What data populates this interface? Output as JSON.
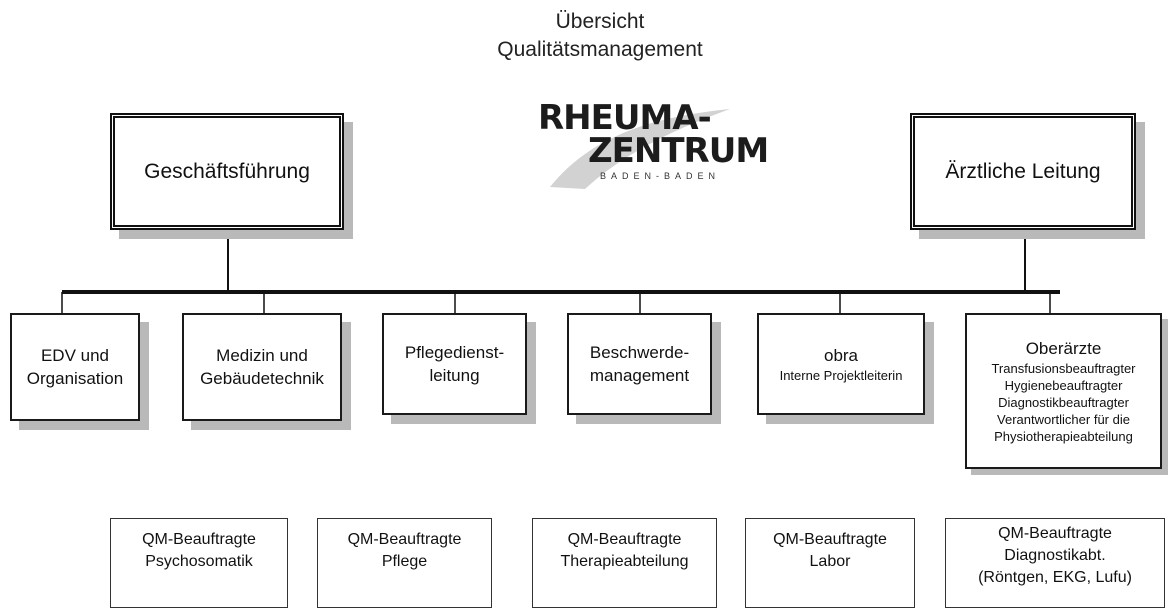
{
  "header": {
    "title_line1": "Übersicht",
    "title_line2": "Qualitätsmanagement"
  },
  "logo": {
    "line1": "RHEUMA-",
    "line2": "ZENTRUM",
    "line3": "BADEN-BADEN"
  },
  "top": {
    "left": "Geschäftsführung",
    "right": "Ärztliche Leitung"
  },
  "departments": [
    {
      "line1": "EDV und",
      "line2": "Organisation"
    },
    {
      "line1": "Medizin und",
      "line2": "Gebäudetechnik"
    },
    {
      "line1": "Pflegedienst-",
      "line2": "leitung"
    },
    {
      "line1": "Beschwerde-",
      "line2": "management"
    },
    {
      "line1": "obra",
      "line2": "Interne Projektleiterin"
    },
    {
      "title": "Oberärzte",
      "lines": [
        "Transfusionsbeauftragter",
        "Hygienebeauftragter",
        "Diagnostikbeauftragter",
        "Verantwortlicher für die",
        "Physiotherapieabteilung"
      ]
    }
  ],
  "qm": [
    {
      "line1": "QM-Beauftragte",
      "line2": "Psychosomatik"
    },
    {
      "line1": "QM-Beauftragte",
      "line2": "Pflege"
    },
    {
      "line1": "QM-Beauftragte",
      "line2": "Therapieabteilung"
    },
    {
      "line1": "QM-Beauftragte",
      "line2": "Labor"
    },
    {
      "line1": "QM-Beauftragte",
      "line2": "Diagnostikabt.",
      "line3": "(Röntgen, EKG, Lufu)"
    }
  ]
}
